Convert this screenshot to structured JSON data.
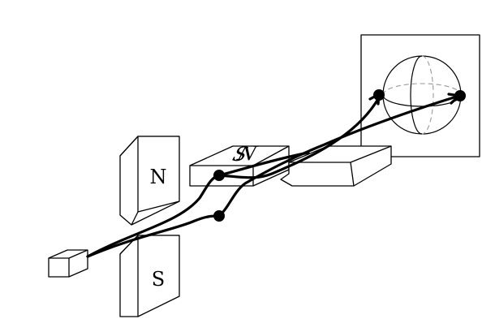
{
  "magnets": {
    "upper_left_label": "N",
    "lower_left_label": "S",
    "upper_right_label_s": "S",
    "upper_right_label_n": "N"
  },
  "colors": {
    "line": "#000000",
    "background": "#ffffff",
    "guide": "#9a9a9a"
  }
}
